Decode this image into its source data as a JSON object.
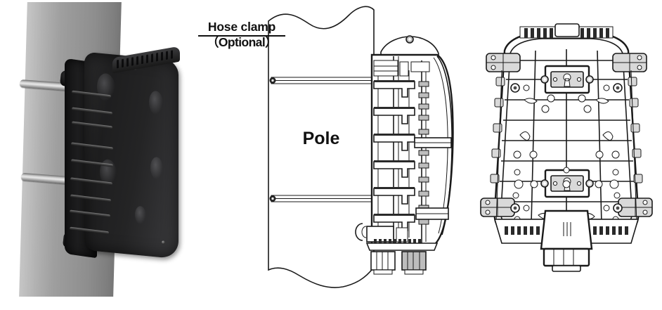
{
  "figure": {
    "title": "Pole mounting illustration for fiber optic splice closure",
    "background_color": "#ffffff",
    "panels": [
      {
        "id": "photo",
        "name": "product-photo",
        "description": "Black fiber optic splice closure strapped to a grey pole with two stainless hose clamps"
      },
      {
        "id": "side-view",
        "name": "side-view-drawing",
        "description": "Line drawing: closure side profile mounted against pole cross-section"
      },
      {
        "id": "rear-view",
        "name": "rear-view-drawing",
        "description": "Line drawing: closure rear face showing mounting bracket grid"
      }
    ]
  },
  "labels": {
    "hose_clamp_line1": "Hose clamp",
    "hose_clamp_line2": "（Optional）",
    "pole": "Pole"
  },
  "colors": {
    "line": "#1a1a1a",
    "pole_grey": "#9a9a9a",
    "enclosure_black": "#232324",
    "clamp_metal": "#cfcfcf",
    "drawing_fill": "#d9d9d9",
    "background": "#ffffff"
  },
  "photo": {
    "pole_label": "grey cylindrical pole",
    "clamp_count": 2,
    "enclosure_label": "black splice closure",
    "rib_count": 9
  },
  "side_view": {
    "pole_break_lines": 2,
    "clamp_bars": 2,
    "cable_gland_count": 2,
    "tray_latch_count": 6
  },
  "rear_view": {
    "corner_bracket_count": 4,
    "keyhole_plate_count": 2,
    "grid_rows": 9,
    "grid_cols": 4,
    "cable_port_count": 1
  }
}
